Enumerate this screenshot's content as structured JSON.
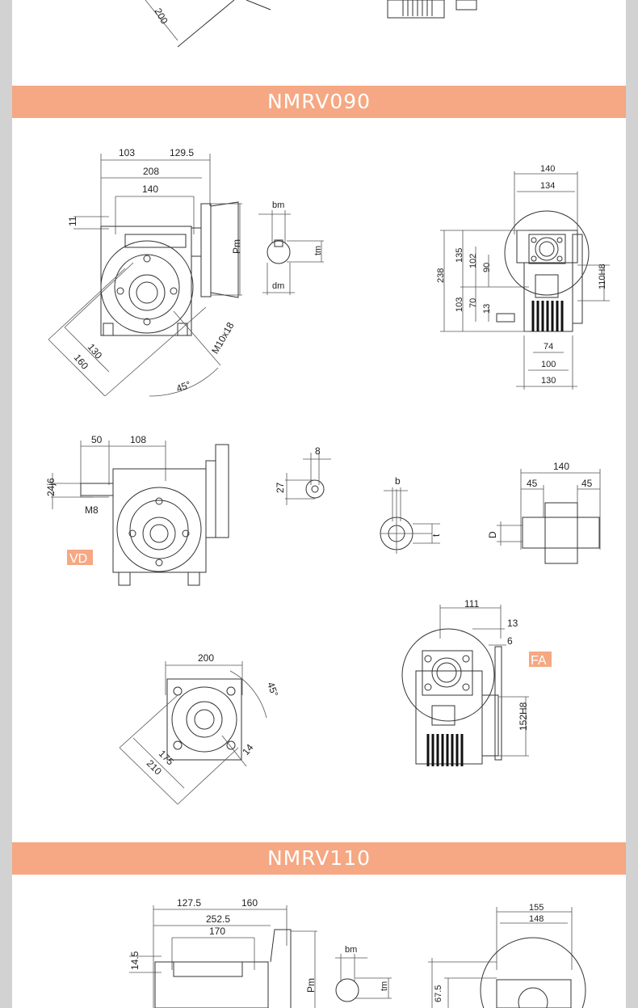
{
  "sections": [
    {
      "title": "NMRV090"
    },
    {
      "title": "NMRV110"
    }
  ],
  "top_partial": {
    "dim_200": "200"
  },
  "nmrv090": {
    "front": {
      "d103": "103",
      "d129_5": "129.5",
      "d208": "208",
      "d140": "140",
      "d11": "11",
      "pm": "Pm",
      "m10": "M10x18",
      "d130": "130",
      "d160": "160",
      "a45": "45°"
    },
    "key": {
      "bm": "bm",
      "tm": "tm",
      "dm": "dm"
    },
    "side": {
      "d140": "140",
      "d134": "134",
      "d238": "238",
      "d135": "135",
      "d102": "102",
      "d90": "90",
      "d103": "103",
      "d70": "70",
      "d13": "13",
      "d110h8": "110H8",
      "d74": "74",
      "d100": "100",
      "d130": "130"
    },
    "vd": {
      "d50": "50",
      "d108": "108",
      "d24j6": "24j6",
      "m8": "M8",
      "tag": "VD"
    },
    "shaft_key": {
      "d8": "8",
      "d27": "27"
    },
    "hollow_key": {
      "b": "b",
      "t": "t"
    },
    "shaft": {
      "d140": "140",
      "d45a": "45",
      "d45b": "45",
      "D": "D"
    },
    "flange": {
      "d200": "200",
      "a45": "45°",
      "d175": "175",
      "d210": "210",
      "d14": "14"
    },
    "fa": {
      "d111": "111",
      "d13": "13",
      "d6": "6",
      "tag": "FA",
      "d152h8": "152H8"
    }
  },
  "nmrv110": {
    "front": {
      "d127_5": "127.5",
      "d160": "160",
      "d252_5": "252.5",
      "d170": "170",
      "d14_5": "14.5",
      "pm": "Pm"
    },
    "key": {
      "bm": "bm",
      "tm": "tm"
    },
    "side": {
      "d155": "155",
      "d148": "148",
      "d67_5": "67.5"
    }
  }
}
